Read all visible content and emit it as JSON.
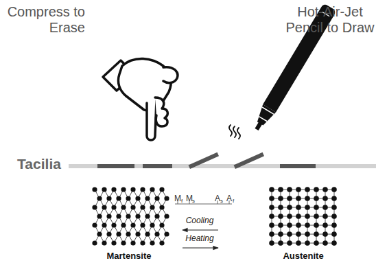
{
  "diagram": {
    "labels": [
      "Compress to Erase",
      "Hot-Air-Jet Pencil to Draw",
      "Tacilia",
      "M",
      "f",
      "M",
      "s",
      "A",
      "s",
      "A",
      "f",
      "Cooling",
      "Heating",
      "Martensite",
      "Austenite"
    ]
  }
}
